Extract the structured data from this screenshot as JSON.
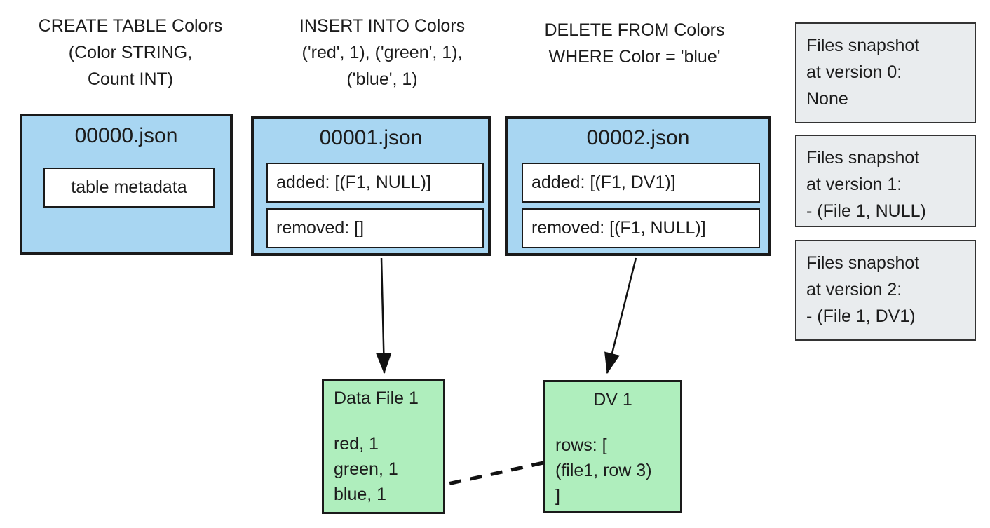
{
  "colors": {
    "commit_fill": "#A8D6F2",
    "file_fill": "#AFEEBD",
    "snapshot_fill": "#E9ECEE",
    "line": "#111111"
  },
  "headers": {
    "create": {
      "lines": [
        "CREATE TABLE Colors",
        "(Color STRING,",
        "Count INT)"
      ]
    },
    "insert": {
      "lines": [
        "INSERT INTO Colors",
        "('red', 1), ('green', 1),",
        "('blue', 1)"
      ]
    },
    "delete": {
      "lines": [
        "DELETE FROM Colors",
        "WHERE Color = 'blue'"
      ]
    }
  },
  "commits": [
    {
      "title": "00000.json",
      "entries": [
        "table metadata"
      ]
    },
    {
      "title": "00001.json",
      "entries": [
        "added: [(F1, NULL)]",
        "removed: []"
      ]
    },
    {
      "title": "00002.json",
      "entries": [
        "added: [(F1, DV1)]",
        "removed: [(F1, NULL)]"
      ]
    }
  ],
  "snapshots": [
    {
      "lines": [
        "Files snapshot",
        "at version 0:",
        "None"
      ]
    },
    {
      "lines": [
        "Files snapshot",
        "at version 1:",
        "- (File 1, NULL)"
      ]
    },
    {
      "lines": [
        "Files snapshot",
        "at version 2:",
        "- (File 1, DV1)"
      ]
    }
  ],
  "files": [
    {
      "title": "Data File 1",
      "lines": [
        "red, 1",
        "green, 1",
        "blue, 1"
      ]
    },
    {
      "title": "DV 1",
      "lines": [
        "rows: [",
        "(file1, row 3)",
        "]"
      ]
    }
  ]
}
